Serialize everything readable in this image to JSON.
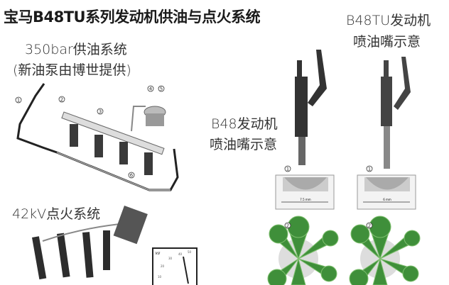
{
  "title": "宝马B48TU系列发动机供油与点火系统",
  "fuel_system": {
    "label_line1": "350bar供油系统",
    "label_line2": "(新油泵由博世提供)",
    "callouts": [
      "1",
      "2",
      "3",
      "4",
      "5",
      "6"
    ]
  },
  "ignition": {
    "label": "42kV点火系统",
    "gauge": {
      "unit": "kV",
      "ticks": [
        "10",
        "20",
        "30",
        "40",
        "50"
      ]
    }
  },
  "injector_b48": {
    "label_line1": "B48发动机",
    "label_line2": "喷油嘴示意",
    "dimension": "7.5 mm"
  },
  "injector_b48tu": {
    "label_line1": "B48TU发动机",
    "label_line2": "喷油嘴示意",
    "dimension": "6 mm"
  },
  "detail_callouts": [
    "1",
    "2"
  ],
  "colors": {
    "spray_green": "#3f8f3a",
    "spray_light": "#7fc06f",
    "part_dark": "#333333"
  }
}
